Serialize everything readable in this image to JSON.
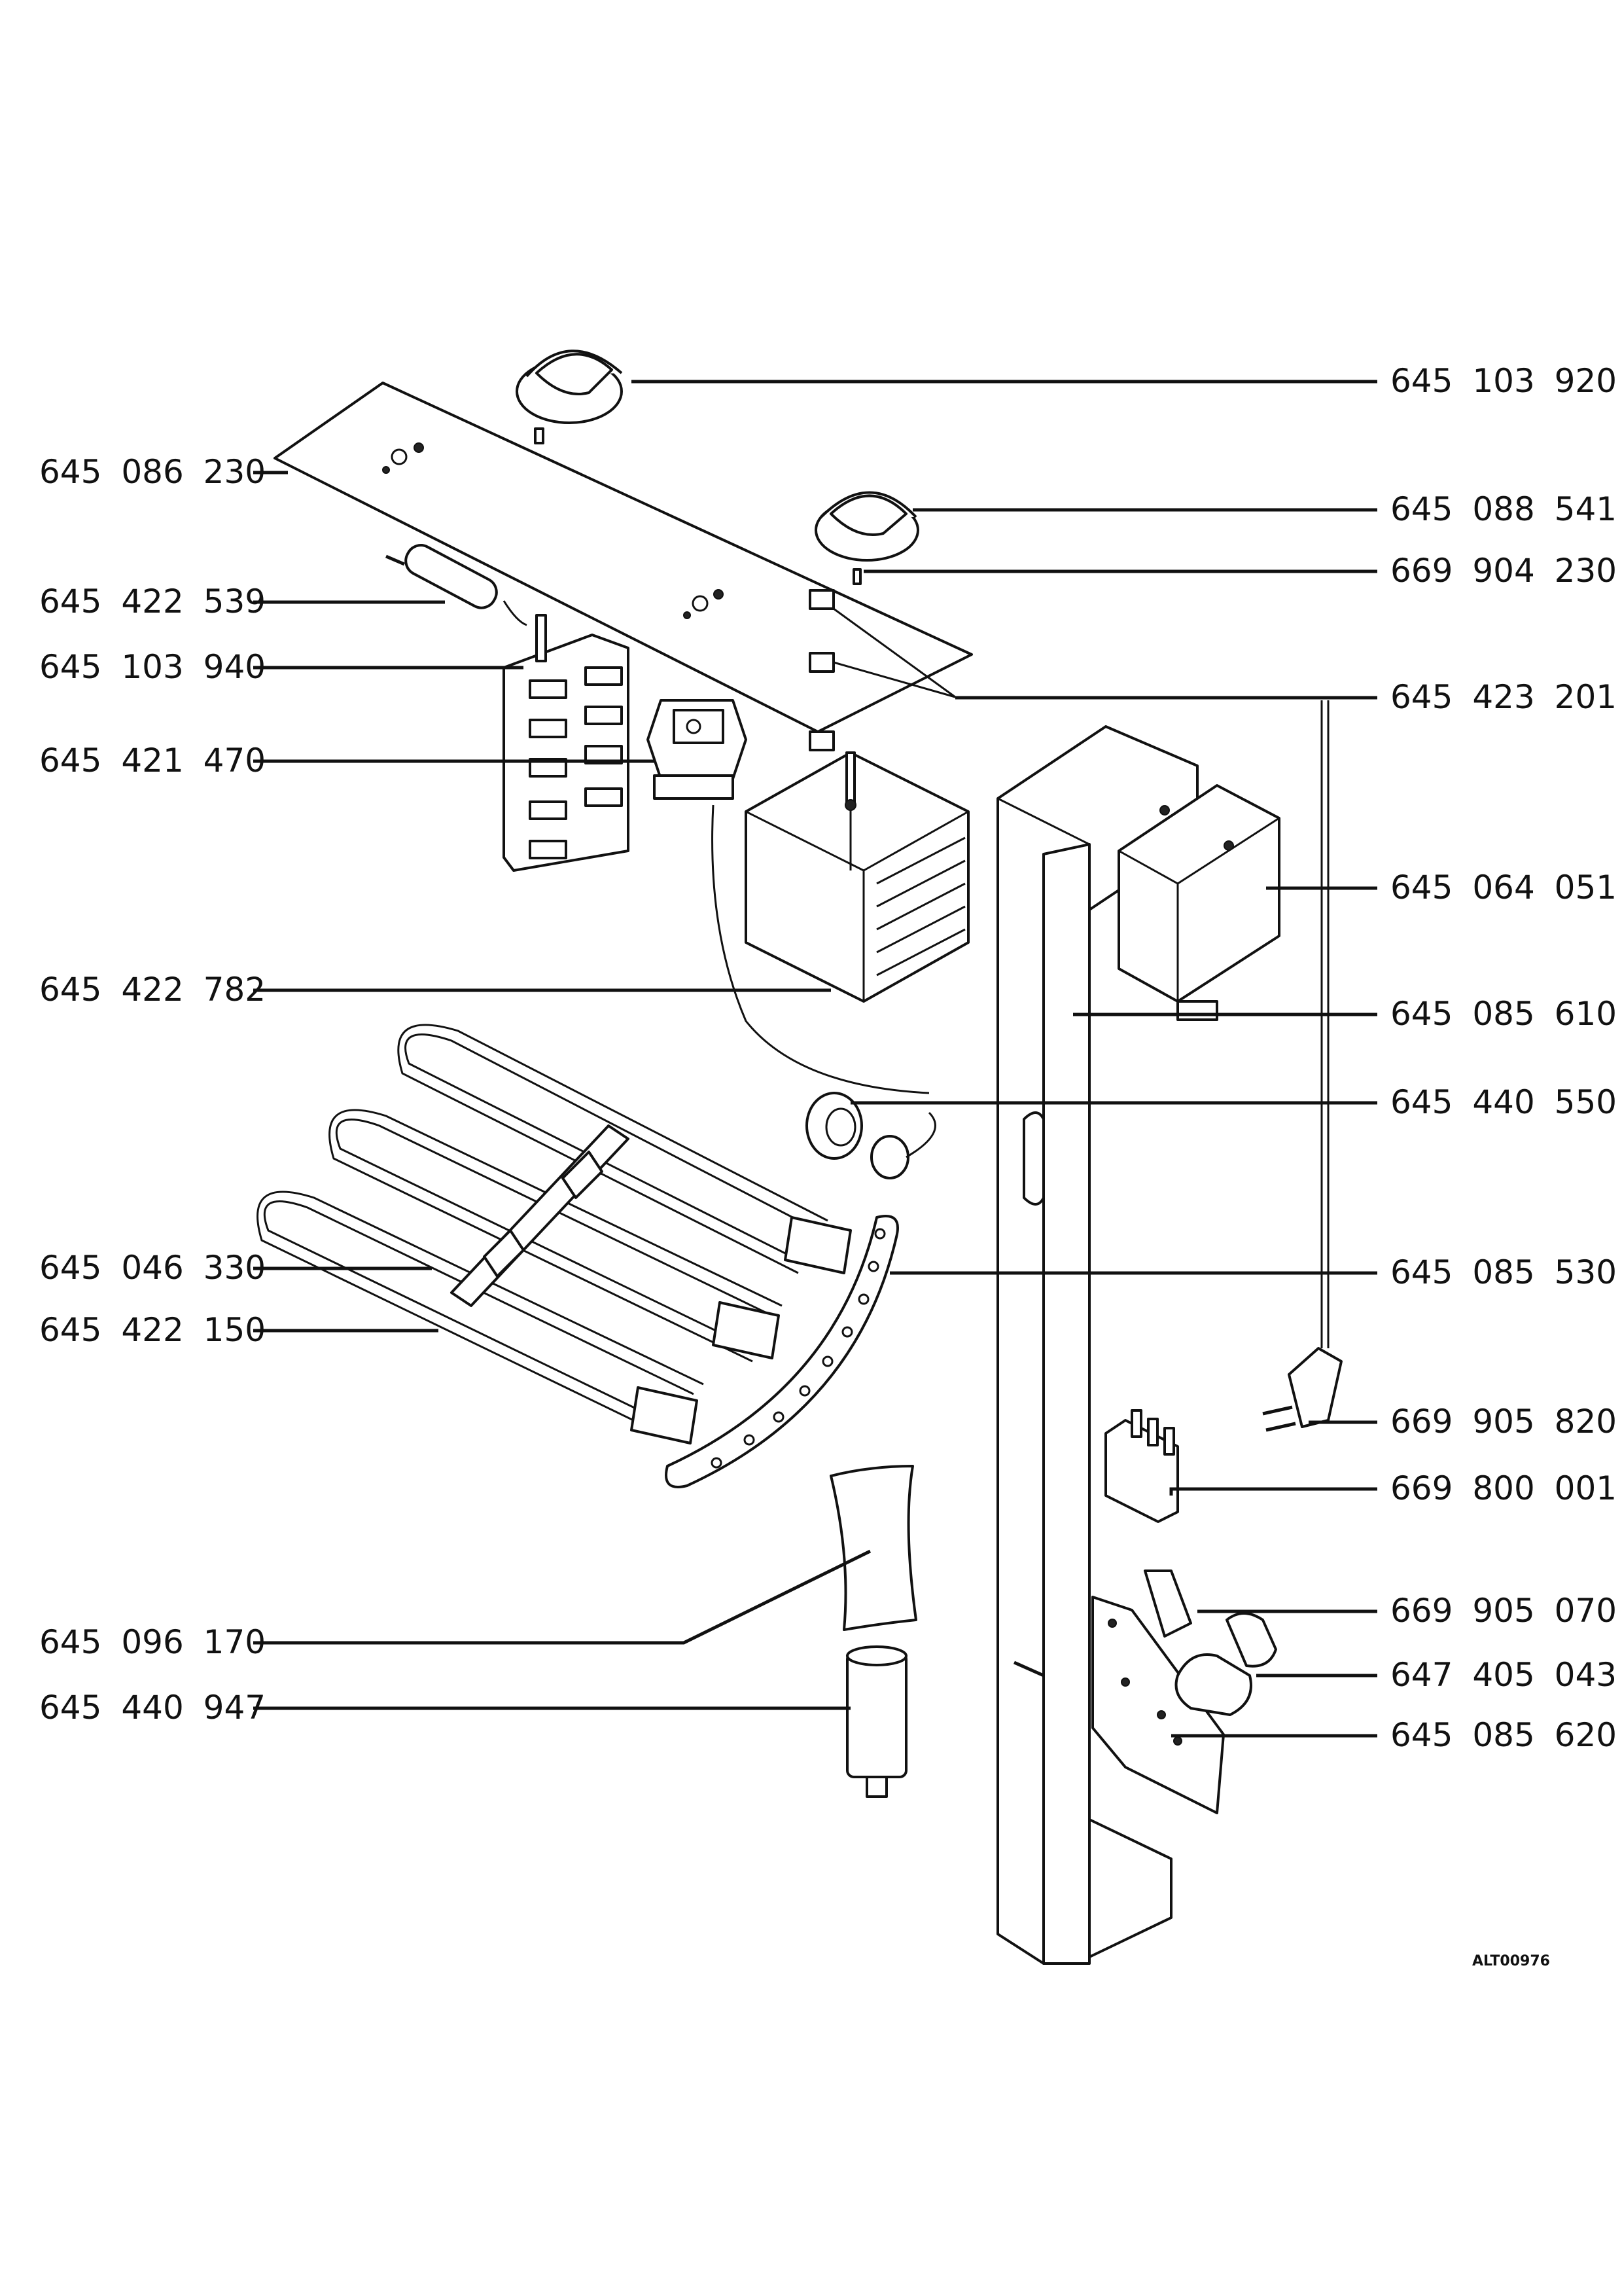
{
  "labels_left": [
    {
      "id": "l1",
      "text": "645 086 230"
    },
    {
      "id": "l2",
      "text": "645 422 539"
    },
    {
      "id": "l3",
      "text": "645 103 940"
    },
    {
      "id": "l4",
      "text": "645 421 470"
    },
    {
      "id": "l5",
      "text": "645 422 782"
    },
    {
      "id": "l6",
      "text": "645 046 330"
    },
    {
      "id": "l7",
      "text": "645 422 150"
    },
    {
      "id": "l8",
      "text": "645 096 170"
    },
    {
      "id": "l9",
      "text": "645 440 947"
    }
  ],
  "labels_right": [
    {
      "id": "r1",
      "text": "645 103 920"
    },
    {
      "id": "r2",
      "text": "645 088 541"
    },
    {
      "id": "r3",
      "text": "669 904 230"
    },
    {
      "id": "r4",
      "text": "645 423 201"
    },
    {
      "id": "r5",
      "text": "645 064 051"
    },
    {
      "id": "r6",
      "text": "645 085 610"
    },
    {
      "id": "r7",
      "text": "645 440 550"
    },
    {
      "id": "r8",
      "text": "645 085 530"
    },
    {
      "id": "r9",
      "text": "669 905 820"
    },
    {
      "id": "r10",
      "text": "669 800 001"
    },
    {
      "id": "r11",
      "text": "669 905 070"
    },
    {
      "id": "r12",
      "text": "647 405 043"
    },
    {
      "id": "r13",
      "text": "645 085 620"
    }
  ],
  "drawing_code": "ALT00976"
}
